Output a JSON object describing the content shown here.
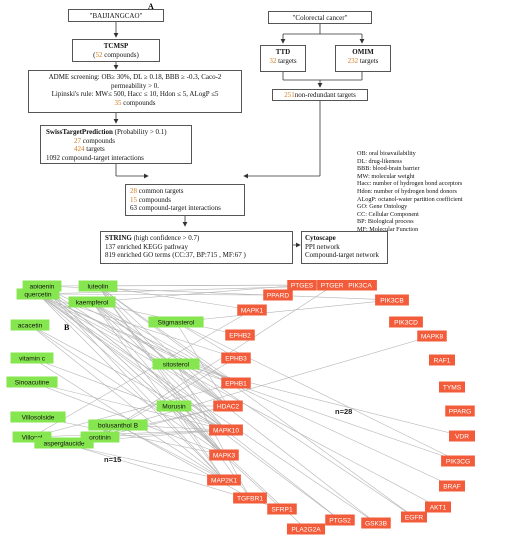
{
  "panel_a": {
    "label": "A",
    "source_box": "\"BAIJIANGCAO\"",
    "disease_box": "\"Colorectal cancer\"",
    "tcmsp": {
      "title": "TCMSP",
      "count": "52",
      "suffix": " compounds)"
    },
    "ttd": {
      "title": "TTD",
      "count": "32",
      "suffix": " targets"
    },
    "omim": {
      "title": "OMIM",
      "count": "232",
      "suffix": " targets"
    },
    "nonredundant": {
      "count": "251",
      "text": "non-redundant targets"
    },
    "adme": {
      "line1": "ADME screening: OB≥ 30%, DL ≥ 0.18, BBB ≥ -0.3, Caco-2",
      "line2": "permeability > 0.",
      "line3": "Lipinski's rule: MW≤ 500, Hacc ≤ 10, Hdon ≤ 5, ALogP ≤5",
      "count": "35",
      "count_suffix": " compounds"
    },
    "swiss": {
      "title": "SwissTargetPrediction",
      "title_suffix": " (Probability > 0.1)",
      "compounds": "27",
      "compounds_suffix": " compounds",
      "targets": "424",
      "targets_suffix": " targets",
      "interactions": "1092 compound-target interactions"
    },
    "common": {
      "targets": "28",
      "targets_suffix": " common targets",
      "compounds": "15",
      "compounds_suffix": " compounds",
      "interactions": "63 compound-target interactions"
    },
    "string_box": {
      "title": "STRING",
      "title_suffix": " (high confidence > 0.7)",
      "kegg": "137 enriched KEGG pathway",
      "go": "819 enriched GO terms  (CC:37, BP:715 , MF:67 )"
    },
    "cytoscape": {
      "title": "Cytoscape",
      "line1": "PPI network",
      "line2": "Compound-target network"
    },
    "abbreviations": [
      "OB: oral bioavailability",
      "DL: drug-likeness",
      "BBB: blood-brain barrier",
      "MW: molecular weight",
      "Hacc: number of hydrogen bond acceptors",
      "Hdon: number of hydrogen bond donors",
      "ALogP: octanol-water partition coefficient",
      "GO: Gene Ontology",
      "CC: Cellular Component",
      "BP: Biological process",
      "MF: Molecular Function"
    ]
  },
  "panel_b": {
    "label": "B",
    "compound_count_label": "n=15",
    "target_count_label": "n=28",
    "compound_color": "#86e650",
    "target_color": "#f25c3a",
    "edge_color": "#b5b5b5",
    "compounds": [
      "apigenin",
      "luteolin",
      "quercetin",
      "kaempferol",
      "acacetin",
      "Stigmasterol",
      "vitamin c",
      "sitosterol",
      "Sinoacutine",
      "Morusin",
      "Villosolside",
      "bolusanthol B",
      "Villosol",
      "asperglaucide",
      "orotinin"
    ],
    "targets": [
      "PTGES",
      "PTGER2",
      "PIK3CA",
      "PPARD",
      "MAPK1",
      "PIK3CB",
      "PIK3CD",
      "EPHB2",
      "MAPK8",
      "EPHB3",
      "RAF1",
      "EPHB1",
      "TYMS",
      "HDAC2",
      "PPARG",
      "MAPK10",
      "VDR",
      "MAPK3",
      "PIK3CG",
      "MAP2K1",
      "BRAF",
      "TGFBR1",
      "AKT1",
      "SFRP1",
      "EGFR",
      "GSK3B",
      "PTGS2",
      "PLA2G2A"
    ]
  }
}
